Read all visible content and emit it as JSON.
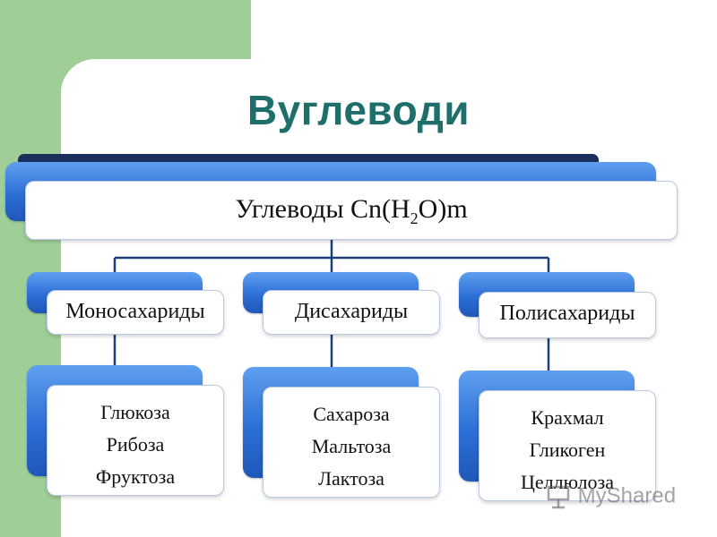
{
  "title": "Вуглеводи",
  "root": {
    "label": "Углеводы Cn(H",
    "sub": "2",
    "label_end": "O)m"
  },
  "categories": [
    {
      "label": "Моносахариды",
      "items": [
        "Глюкоза",
        "Рибоза",
        "Фруктоза"
      ]
    },
    {
      "label": "Дисахариды",
      "items": [
        "Сахароза",
        "Мальтоза",
        "Лактоза"
      ]
    },
    {
      "label": "Полисахариды",
      "items": [
        "Крахмал",
        "Гликоген",
        "Целлюлоза"
      ]
    }
  ],
  "watermark": {
    "text": "MyShared",
    "icon": "presentation-board-icon"
  },
  "colors": {
    "background_band": "#9fcf97",
    "title": "#1e6f6b",
    "node_blue": "#2d6fd6",
    "connector": "#1c3f7a"
  }
}
